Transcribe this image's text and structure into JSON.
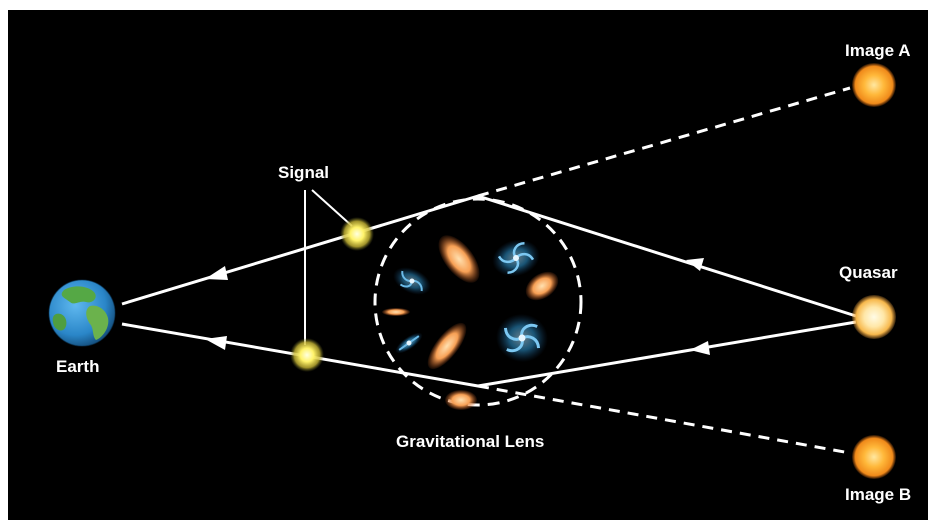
{
  "labels": {
    "image_a": "Image A",
    "image_b": "Image B",
    "signal": "Signal",
    "quasar": "Quasar",
    "earth": "Earth",
    "lens": "Gravitational Lens"
  },
  "colors": {
    "background": "#000000",
    "frame": "#ffffff",
    "rays": "#ffffff",
    "quasar_core": "#fff1c4",
    "image_core": "#ffb02e",
    "signal_core": "#fffb8a",
    "galaxy_orange": "#f7a055",
    "galaxy_blue": "#2e9ad6",
    "earth_ocean": "#2a86c8",
    "earth_land": "#55a845"
  }
}
